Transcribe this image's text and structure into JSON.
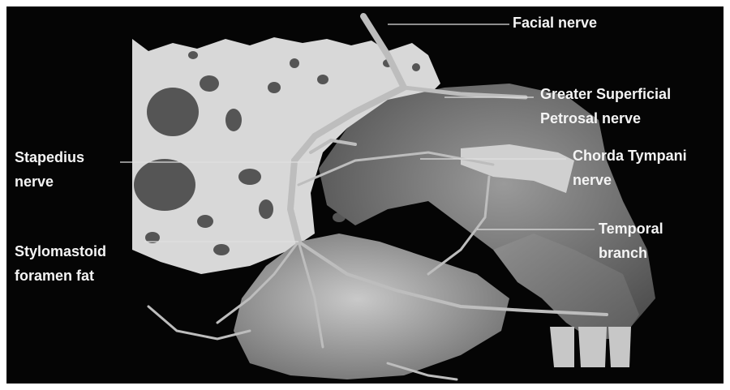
{
  "labels": {
    "facial_nerve": "Facial nerve",
    "greater_superficial_petrosal_nerve_line1": "Greater Superficial",
    "greater_superficial_petrosal_nerve_line2": "Petrosal nerve",
    "stapedius_nerve_line1": "Stapedius",
    "stapedius_nerve_line2": "nerve",
    "chorda_tympani_nerve_line1": "Chorda Tympani",
    "chorda_tympani_nerve_line2": "nerve",
    "temporal_branch_line1": "Temporal",
    "temporal_branch_line2": "branch",
    "stylomastoid_foramen_fat_line1": "Stylomastoid",
    "stylomastoid_foramen_fat_line2": "foramen fat"
  },
  "colors": {
    "background": "#050505",
    "bone": "#d8d8d8",
    "nerve": "#bdbdbd",
    "tissue": "#7a7a7a",
    "label_text": "#f4f4f4"
  }
}
